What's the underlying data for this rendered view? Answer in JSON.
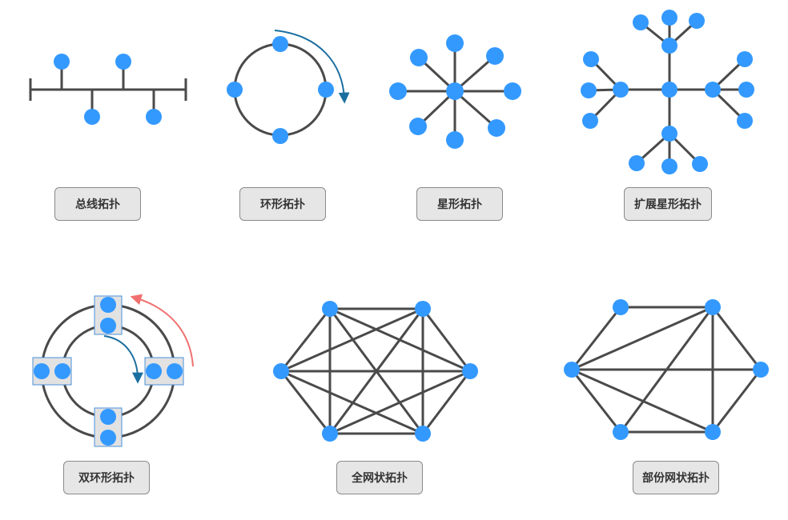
{
  "topologies": [
    {
      "id": "bus",
      "label": "总线拓扑"
    },
    {
      "id": "ring",
      "label": "环形拓扑"
    },
    {
      "id": "star",
      "label": "星形拓扑"
    },
    {
      "id": "extended-star",
      "label": "扩展星形拓扑"
    },
    {
      "id": "dual-ring",
      "label": "双环形拓扑"
    },
    {
      "id": "full-mesh",
      "label": "全网状拓扑"
    },
    {
      "id": "partial-mesh",
      "label": "部份网状拓扑"
    }
  ],
  "colors": {
    "node": "#3399ff",
    "line": "#4a4a4a",
    "arrow_blue": "#1a6fa0",
    "arrow_red": "#f07070",
    "node_box_fill": "#e2e2e2",
    "node_box_border": "#4a90d9",
    "label_fill": "#e6e6e6",
    "label_border": "#8a8a8a"
  }
}
